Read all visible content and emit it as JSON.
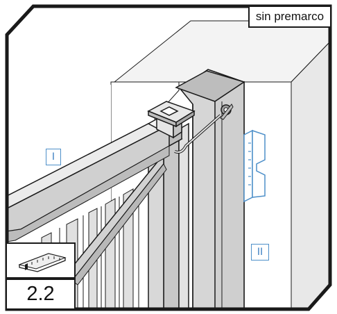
{
  "caption": "sin premarco",
  "step_number": "2.2",
  "zone_labels": [
    "I",
    "II"
  ],
  "icons": {
    "frame_thumbnail": "ruler-bracket-icon",
    "mount_bracket": "wall-bracket-icon"
  },
  "colors": {
    "outline": "#1a1a1a",
    "label_blue": "#3b7fc2",
    "metal_fill": "#cfcfcf",
    "wall_fill": "#ffffff"
  }
}
